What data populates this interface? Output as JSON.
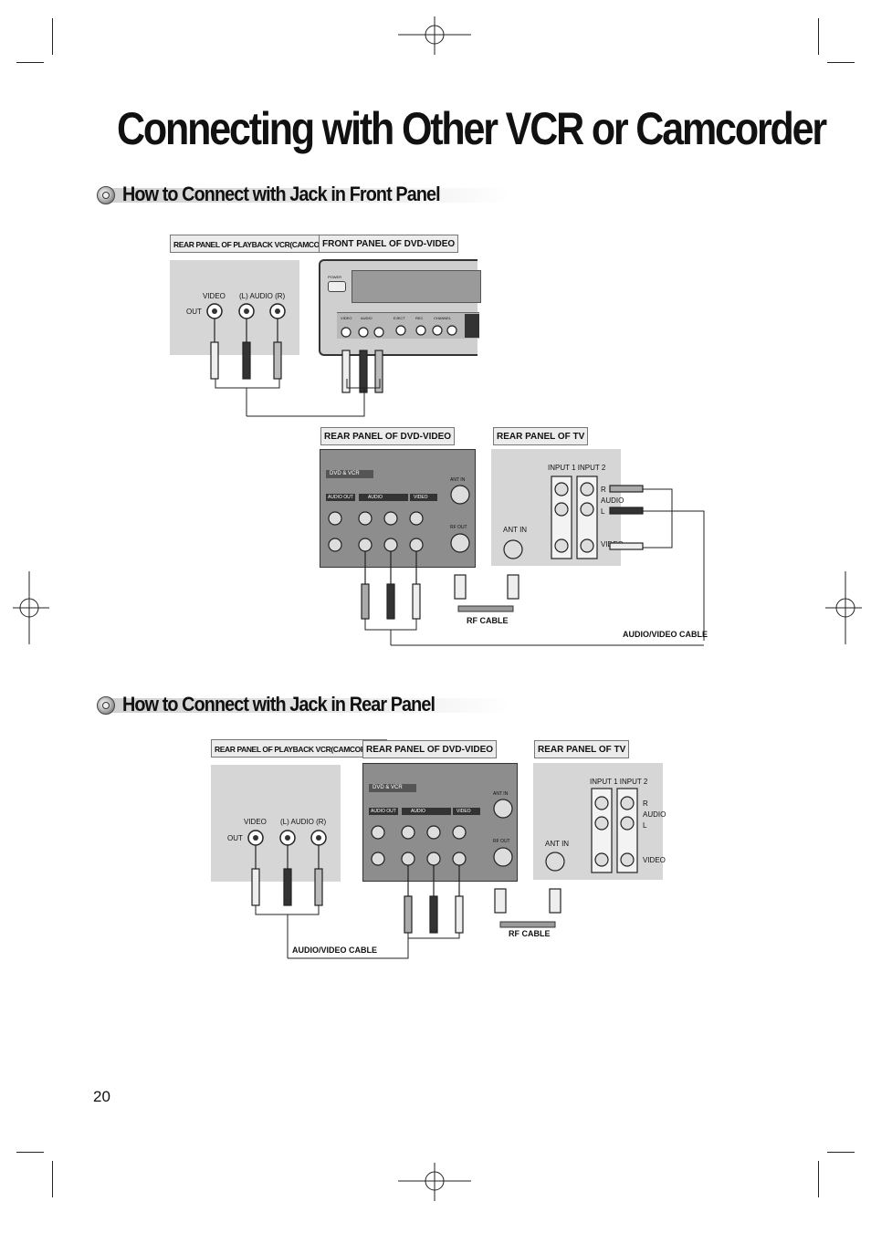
{
  "title": "Connecting with Other VCR or Camcorder",
  "page_number": "20",
  "section_front": {
    "heading": "How to Connect with Jack in Front Panel",
    "labels": {
      "playback_rear": "REAR PANEL OF PLAYBACK VCR(CAMCORDER)",
      "dvd_front": "FRONT PANEL OF DVD-VIDEO",
      "dvd_rear": "REAR PANEL OF DVD-VIDEO",
      "tv_rear": "REAR PANEL OF TV"
    },
    "playback_jacks": {
      "video": "VIDEO",
      "audio": "(L)  AUDIO (R)",
      "out": "OUT"
    },
    "front_panel_text": {
      "power": "POWER",
      "video": "VIDEO",
      "audio": "AUDIO",
      "eject": "EJECT",
      "rec": "REC",
      "channel": "CHANNEL"
    },
    "dvd_rear_text": {
      "header": "DVD & VCR",
      "audio_out": "AUDIO OUT",
      "audio": "AUDIO",
      "video": "VIDEO",
      "ant_in": "ANT IN",
      "rf_out": "RF OUT"
    },
    "tv_text": {
      "inputs": "INPUT 1  INPUT 2",
      "r": "R",
      "audio": "AUDIO",
      "l": "L",
      "video": "VIDEO",
      "ant_in": "ANT IN"
    },
    "rf_cable": "RF CABLE",
    "av_cable": "AUDIO/VIDEO CABLE"
  },
  "section_rear": {
    "heading": "How to Connect with Jack in Rear Panel",
    "labels": {
      "playback_rear": "REAR PANEL OF PLAYBACK VCR(CAMCORDER)",
      "dvd_rear": "REAR PANEL OF DVD-VIDEO",
      "tv_rear": "REAR PANEL OF TV"
    },
    "playback_jacks": {
      "video": "VIDEO",
      "audio": "(L)  AUDIO (R)",
      "out": "OUT"
    },
    "dvd_rear_text": {
      "header": "DVD & VCR",
      "audio_out": "AUDIO OUT",
      "audio": "AUDIO",
      "video": "VIDEO",
      "ant_in": "ANT IN",
      "rf_out": "RF OUT"
    },
    "tv_text": {
      "inputs": "INPUT 1  INPUT 2",
      "r": "R",
      "audio": "AUDIO",
      "l": "L",
      "video": "VIDEO",
      "ant_in": "ANT IN"
    },
    "rf_cable": "RF CABLE",
    "av_cable": "AUDIO/VIDEO CABLE"
  }
}
